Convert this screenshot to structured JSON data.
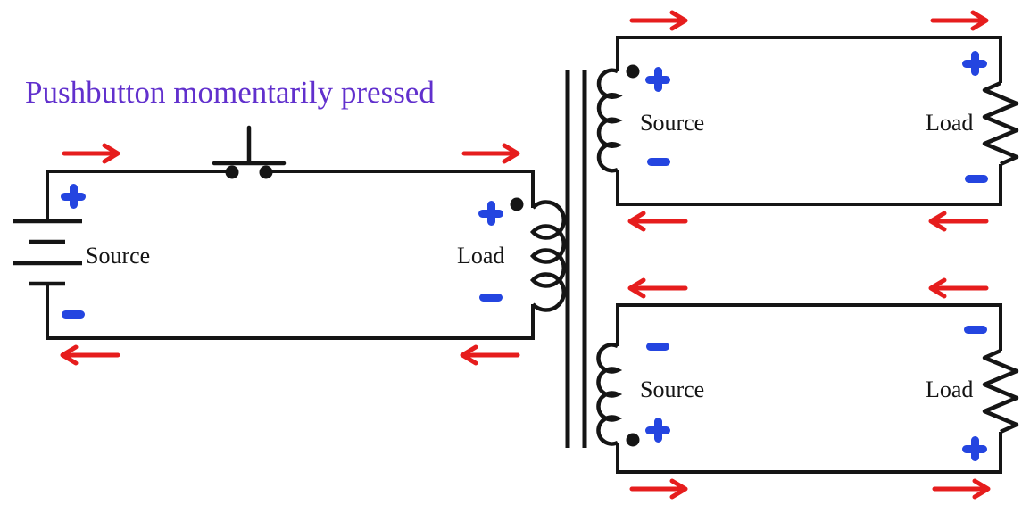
{
  "title": {
    "text": "Pushbutton momentarily pressed"
  },
  "colors": {
    "title_purple": "#6130cd",
    "polarity_blue": "#2445e0",
    "arrow_red": "#e61d1d",
    "line_black": "#151515"
  },
  "transformer": {
    "core_style": "double-vertical-bar",
    "windings": 3
  },
  "circuits": {
    "left": {
      "source": {
        "label": "Source",
        "component": "battery",
        "top_polarity": "+",
        "bottom_polarity": "−"
      },
      "switch": {
        "component": "pushbutton",
        "state": "pressed"
      },
      "load": {
        "label": "Load",
        "component": "transformer-primary-coil",
        "top_polarity": "+",
        "bottom_polarity": "−",
        "phase_dot": "top"
      },
      "current_direction": {
        "top_wire": "right",
        "bottom_wire": "left"
      }
    },
    "top_right": {
      "source": {
        "label": "Source",
        "component": "transformer-secondary-coil",
        "top_polarity": "+",
        "bottom_polarity": "−",
        "phase_dot": "top"
      },
      "load": {
        "label": "Load",
        "component": "resistor",
        "top_polarity": "+",
        "bottom_polarity": "−"
      },
      "current_direction": {
        "top_wire": "right",
        "bottom_wire": "left"
      }
    },
    "bottom_right": {
      "source": {
        "label": "Source",
        "component": "transformer-secondary-coil",
        "top_polarity": "−",
        "bottom_polarity": "+",
        "phase_dot": "bottom"
      },
      "load": {
        "label": "Load",
        "component": "resistor",
        "top_polarity": "−",
        "bottom_polarity": "+"
      },
      "current_direction": {
        "top_wire": "left",
        "bottom_wire": "right"
      }
    }
  }
}
